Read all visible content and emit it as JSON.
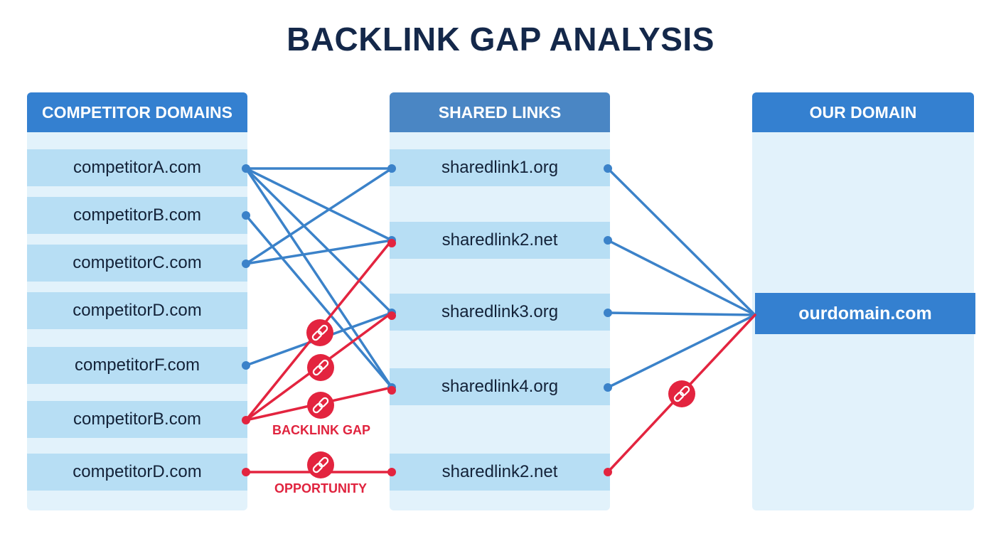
{
  "title": "BACKLINK GAP ANALYSIS",
  "colors": {
    "link": "#3b82c9",
    "gap": "#e3243f",
    "header": "#3480d0",
    "title": "#14284a"
  },
  "columns": {
    "competitors": {
      "header": "COMPETITOR DOMAINS",
      "items": [
        "competitorA.com",
        "competitorB.com",
        "competitorC.com",
        "competitorD.com",
        "competitorF.com",
        "competitorB.com",
        "competitorD.com"
      ]
    },
    "shared": {
      "header": "SHARED LINKS",
      "items": [
        "sharedlink1.org",
        "sharedlink2.net",
        "sharedlink3.org",
        "sharedlink4.org",
        "sharedlink2.net"
      ]
    },
    "ours": {
      "header": "OUR DOMAIN",
      "domain": "ourdomain.com"
    }
  },
  "labels": {
    "gap": "BACKLINK GAP",
    "opportunity": "OPPORTUNITY"
  },
  "links": [
    {
      "from": "c0",
      "to": "s0",
      "type": "link"
    },
    {
      "from": "c0",
      "to": "s1",
      "type": "link"
    },
    {
      "from": "c0",
      "to": "s2",
      "type": "link"
    },
    {
      "from": "c0",
      "to": "s3",
      "type": "link"
    },
    {
      "from": "c1",
      "to": "s3",
      "type": "link"
    },
    {
      "from": "c2",
      "to": "s0",
      "type": "link"
    },
    {
      "from": "c2",
      "to": "s1",
      "type": "link"
    },
    {
      "from": "c4",
      "to": "s2",
      "type": "link"
    },
    {
      "from": "c5",
      "to": "s1",
      "type": "gap"
    },
    {
      "from": "c5",
      "to": "s2",
      "type": "gap"
    },
    {
      "from": "c5",
      "to": "s3",
      "type": "gap"
    },
    {
      "from": "c6",
      "to": "s4",
      "type": "gap"
    },
    {
      "from": "s0",
      "to": "o",
      "type": "link"
    },
    {
      "from": "s1",
      "to": "o",
      "type": "link"
    },
    {
      "from": "s2",
      "to": "o",
      "type": "link"
    },
    {
      "from": "s3",
      "to": "o",
      "type": "link"
    },
    {
      "from": "s4",
      "to": "o",
      "type": "gap"
    }
  ]
}
